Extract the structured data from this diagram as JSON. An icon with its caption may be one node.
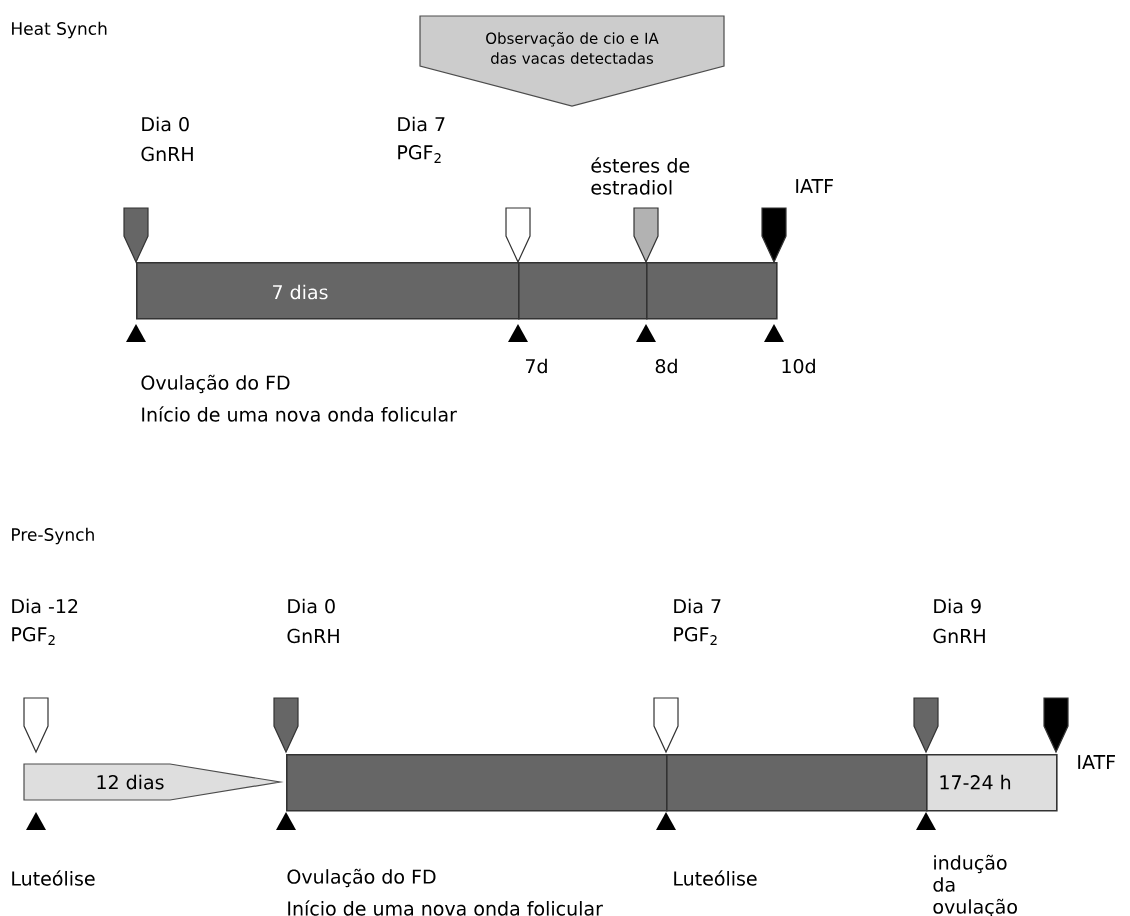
{
  "diagram": {
    "nodes": [
      {
        "text": [
          "Observação de cio e IA das vacas detectadas"
        ]
      },
      {
        "text": [
          "7 dias"
        ]
      },
      {
        "text": [],
        "shape": "bar"
      },
      {
        "text": [],
        "shape": "bar"
      },
      {
        "text": [
          "12 dias"
        ]
      },
      {
        "text": [],
        "shape": "bar"
      },
      {
        "text": [],
        "shape": "bar"
      },
      {
        "text": [
          "17-24 h"
        ]
      }
    ],
    "labels": [
      "Heat Synch",
      "Dia 0",
      "GnRH",
      "Dia 7",
      "PGF$_{2}$",
      "ésteres de estradiol",
      "IATF",
      "7d",
      "8d",
      "10d",
      "Ovulação do FD",
      "Início de uma nova onda folicular",
      "Pre-Synch",
      "Dia -12",
      "PGF$_{2}$",
      "Dia 0",
      "GnRH",
      "Dia 7",
      "PGF$_{2}$",
      "Dia 9",
      "GnRH",
      "IATF",
      "Luteólise",
      "Ovulação do FD",
      "Início de uma nova onda folicular",
      "Luteólise",
      "indução da ovulação"
    ]
  }
}
